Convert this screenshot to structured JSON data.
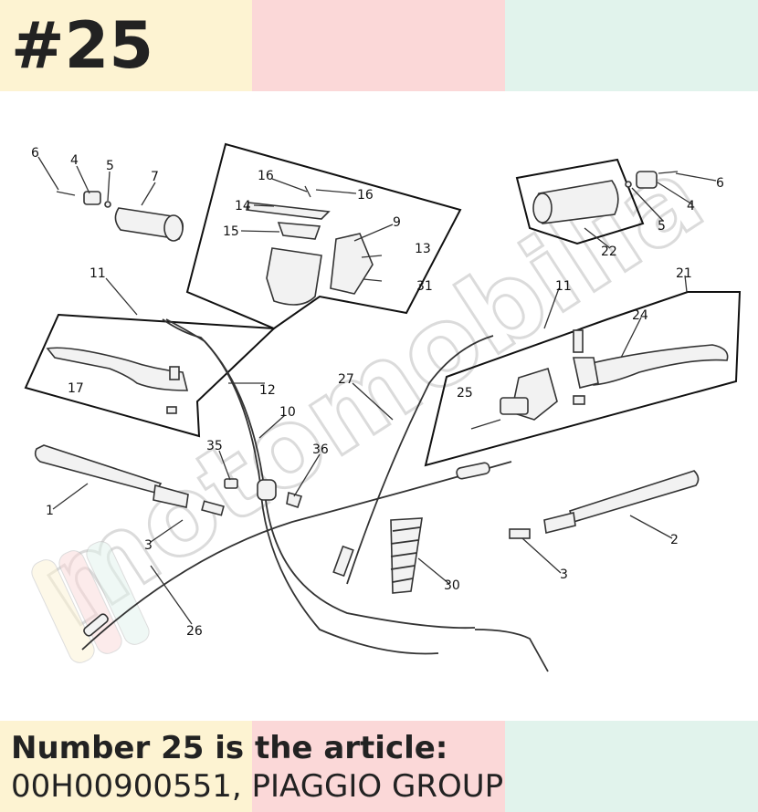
{
  "header": {
    "number_label": "#25"
  },
  "colors": {
    "band_yellow": "#fdf3d2",
    "band_pink": "#fbd8d8",
    "band_mint": "#e1f3ec",
    "text": "#222222"
  },
  "diagram": {
    "callouts": [
      "6",
      "4",
      "5",
      "7",
      "16",
      "16",
      "14",
      "15",
      "9",
      "13",
      "31",
      "11",
      "17",
      "12",
      "10",
      "35",
      "36",
      "1",
      "3",
      "26",
      "27",
      "25",
      "11",
      "24",
      "21",
      "22",
      "5",
      "4",
      "6",
      "2",
      "3",
      "30"
    ],
    "watermark": "motomobilia"
  },
  "caption": {
    "line1": "Number 25 is the article:",
    "part_number": "00H00900551",
    "manufacturer_suffix": ", PIAGGIO GROUP"
  }
}
